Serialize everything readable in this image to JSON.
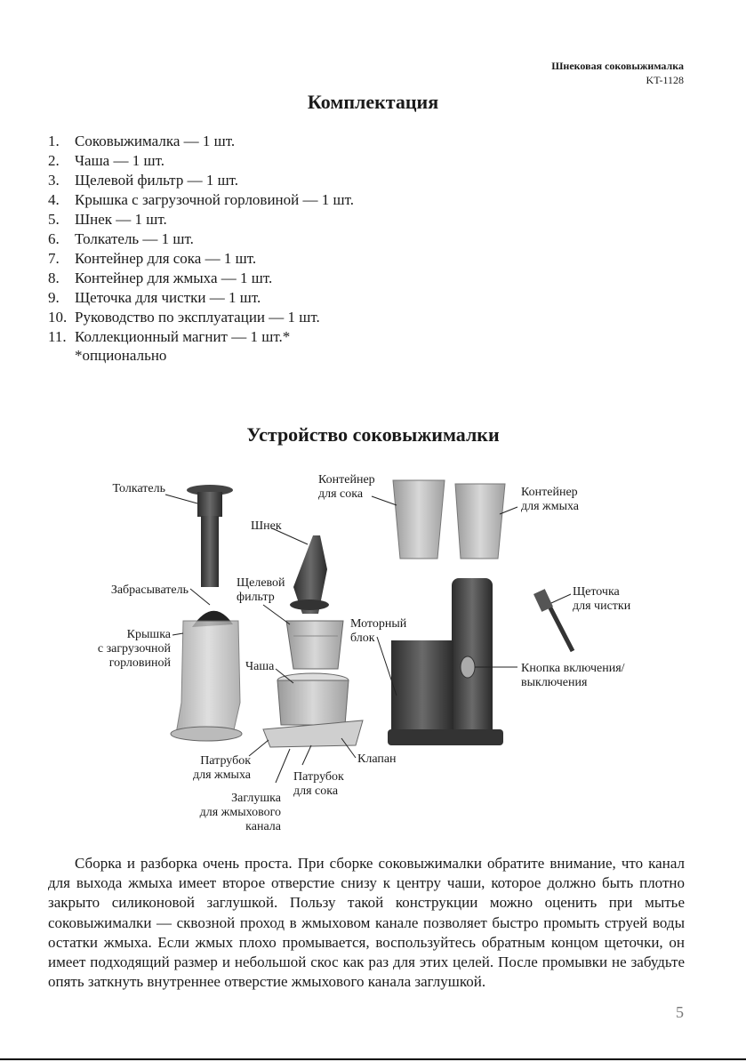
{
  "header": {
    "title": "Шнековая соковыжималка",
    "model": "KT-1128"
  },
  "section1": {
    "title": "Комплектация",
    "items": [
      {
        "num": "1.",
        "text": "Соковыжималка — 1 шт."
      },
      {
        "num": "2.",
        "text": "Чаша — 1 шт."
      },
      {
        "num": "3.",
        "text": "Щелевой фильтр — 1 шт."
      },
      {
        "num": "4.",
        "text": "Крышка с загрузочной горловиной — 1 шт."
      },
      {
        "num": "5.",
        "text": "Шнек — 1 шт."
      },
      {
        "num": "6.",
        "text": "Толкатель — 1 шт."
      },
      {
        "num": "7.",
        "text": "Контейнер для сока — 1 шт."
      },
      {
        "num": "8.",
        "text": "Контейнер для жмыха — 1 шт."
      },
      {
        "num": "9.",
        "text": "Щеточка для чистки — 1 шт."
      },
      {
        "num": "10.",
        "text": "Руководство по эксплуатации — 1 шт."
      },
      {
        "num": "11.",
        "text": "Коллекционный магнит — 1 шт.*"
      }
    ],
    "footnote": "*опционально"
  },
  "section2": {
    "title": "Устройство соковыжималки",
    "labels": {
      "pusher": "Толкатель",
      "auger": "Шнек",
      "juice_container_1": "Контейнер",
      "juice_container_2": "для сока",
      "pulp_container_1": "Контейнер",
      "pulp_container_2": "для жмыха",
      "thrower": "Забрасыватель",
      "filter_1": "Щелевой",
      "filter_2": "фильтр",
      "lid_1": "Крышка",
      "lid_2": "с загрузочной",
      "lid_3": "горловиной",
      "bowl": "Чаша",
      "motor_1": "Моторный",
      "motor_2": "блок",
      "brush_1": "Щеточка",
      "brush_2": "для чистки",
      "button_1": "Кнопка включения/",
      "button_2": "выключения",
      "valve": "Клапан",
      "pulp_spout_1": "Патрубок",
      "pulp_spout_2": "для жмыха",
      "juice_spout_1": "Патрубок",
      "juice_spout_2": "для сока",
      "plug_1": "Заглушка",
      "plug_2": "для жмыхового",
      "plug_3": "канала"
    }
  },
  "paragraph": "Сборка и разборка очень проста. При сборке соковыжималки обратите внимание, что канал для выхода жмыха имеет второе отверстие снизу к центру чаши, которое должно быть плотно закрыто силиконовой заглушкой. Пользу такой конструкции можно оценить при мытье соковыжималки — сквозной проход в жмыховом канале позволяет быстро промыть струей воды остатки жмыха. Если жмых плохо промывается, воспользуйтесь обратным концом щеточки, он имеет подходящий размер и небольшой скос как раз для этих целей. После промывки не забудьте опять заткнуть внутреннее отверстие жмыхового канала заглушкой.",
  "page_number": "5"
}
